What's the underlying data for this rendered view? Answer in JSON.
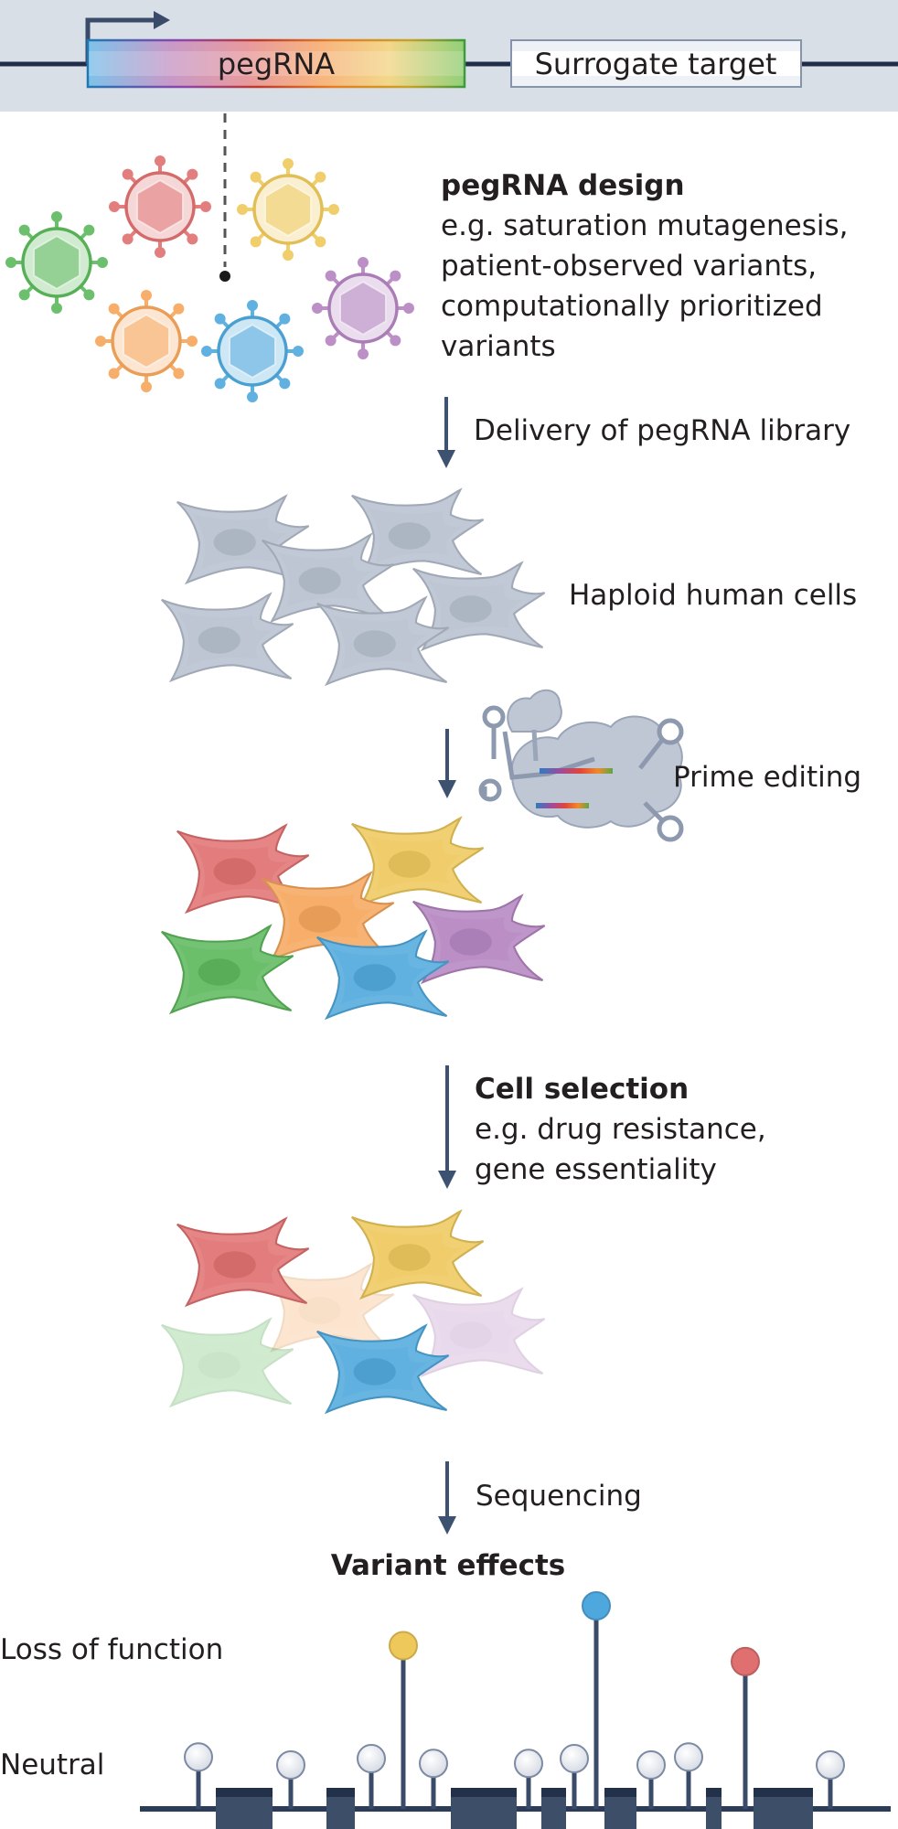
{
  "header": {
    "pegrna_label": "pegRNA",
    "surrogate_label": "Surrogate target"
  },
  "steps": {
    "design": {
      "title": "pegRNA design",
      "lines": [
        "e.g. saturation mutagenesis,",
        "patient-observed variants,",
        "computationally prioritized",
        "variants"
      ]
    },
    "delivery": {
      "label": "Delivery of pegRNA library"
    },
    "cells": {
      "label": "Haploid human cells"
    },
    "editing": {
      "label": "Prime editing"
    },
    "selection": {
      "title": "Cell selection",
      "lines": [
        "e.g. drug resistance,",
        "gene essentiality"
      ]
    },
    "sequencing": {
      "label": "Sequencing"
    }
  },
  "variant_effects": {
    "title": "Variant effects",
    "y_labels": {
      "high": "Loss of function",
      "low": "Neutral"
    }
  },
  "palette": {
    "green": "#5cb85c",
    "red": "#e07070",
    "yellow": "#eec85a",
    "purple": "#b484c0",
    "orange": "#f6a55a",
    "blue": "#4fa8dd",
    "gray_cell": "#b7c0cf",
    "navy": "#2b3c58",
    "arrow": "#3d5170",
    "header_bg": "#d9dfe7"
  },
  "viruses": [
    {
      "color": "green"
    },
    {
      "color": "red"
    },
    {
      "color": "yellow"
    },
    {
      "color": "purple"
    },
    {
      "color": "orange"
    },
    {
      "color": "blue"
    }
  ],
  "edited_cells": [
    {
      "color": "red",
      "selected": true
    },
    {
      "color": "yellow",
      "selected": true
    },
    {
      "color": "orange",
      "selected": false
    },
    {
      "color": "purple",
      "selected": false
    },
    {
      "color": "green",
      "selected": false
    },
    {
      "color": "blue",
      "selected": true
    }
  ],
  "chart_data": {
    "type": "lollipop",
    "title": "Variant effects",
    "ylabel_top": "Loss of function",
    "ylabel_bottom": "Neutral",
    "exons": 7,
    "variants": [
      {
        "order": 1,
        "effect": "neutral",
        "score": 0.05,
        "color": "white"
      },
      {
        "order": 2,
        "effect": "neutral",
        "score": 0.0,
        "color": "white"
      },
      {
        "order": 3,
        "effect": "neutral",
        "score": 0.04,
        "color": "white"
      },
      {
        "order": 4,
        "effect": "loss_of_function",
        "score": 0.75,
        "color": "yellow"
      },
      {
        "order": 5,
        "effect": "neutral",
        "score": 0.01,
        "color": "white"
      },
      {
        "order": 6,
        "effect": "neutral",
        "score": 0.01,
        "color": "white"
      },
      {
        "order": 7,
        "effect": "neutral",
        "score": 0.04,
        "color": "white"
      },
      {
        "order": 8,
        "effect": "loss_of_function",
        "score": 1.0,
        "color": "blue"
      },
      {
        "order": 9,
        "effect": "neutral",
        "score": 0.0,
        "color": "white"
      },
      {
        "order": 10,
        "effect": "neutral",
        "score": 0.05,
        "color": "white"
      },
      {
        "order": 11,
        "effect": "loss_of_function",
        "score": 0.65,
        "color": "red"
      },
      {
        "order": 12,
        "effect": "neutral",
        "score": 0.0,
        "color": "white"
      }
    ]
  }
}
